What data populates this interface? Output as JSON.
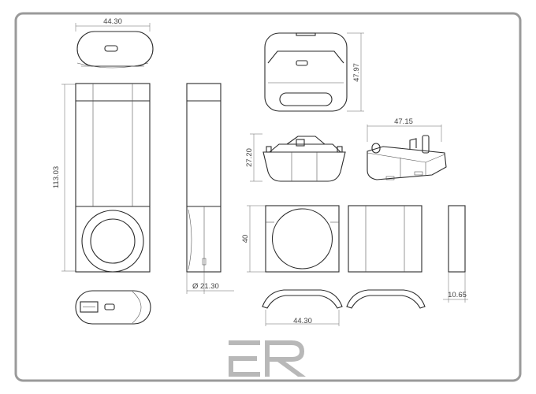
{
  "dimensions": {
    "top_width": "44.30",
    "height_total": "113.03",
    "dock_height": "47.97",
    "diameter": "Ø 21.30",
    "side_height": "27.20",
    "side_width": "47.15",
    "cube_height": "40",
    "cube_width": "44.30",
    "thickness": "10.65"
  },
  "logo": {
    "text": "ER",
    "color": "#b8b8b8"
  },
  "colors": {
    "border": "#9a9a9a",
    "line": "#2b2b2b"
  }
}
